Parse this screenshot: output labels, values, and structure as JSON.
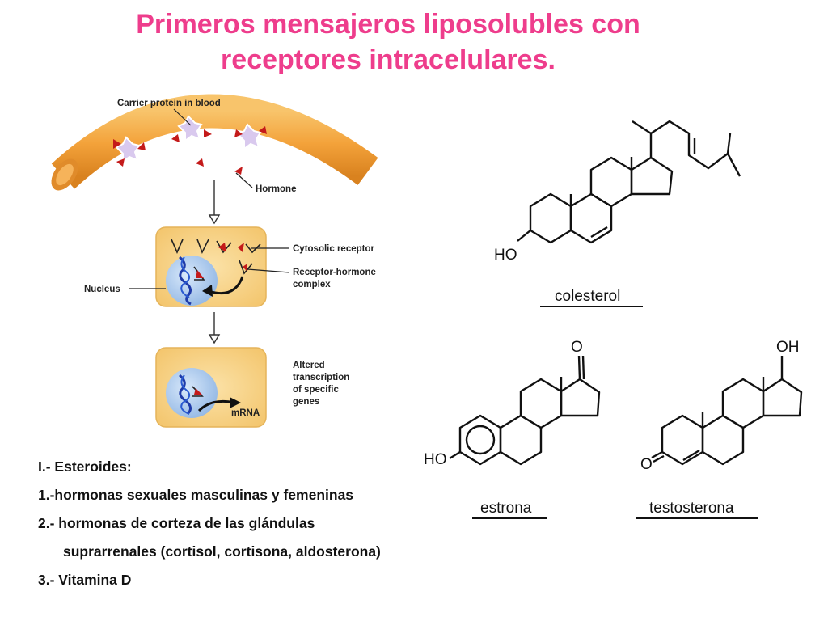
{
  "title": {
    "line1": "Primeros mensajeros liposolubles con",
    "line2": "receptores intracelulares."
  },
  "diagram": {
    "carrier_label": "Carrier protein in blood",
    "hormone_label": "Hormone",
    "cytosolic_label": "Cytosolic receptor",
    "complex_label_1": "Receptor-hormone",
    "complex_label_2": "complex",
    "nucleus_label": "Nucleus",
    "altered_1": "Altered",
    "altered_2": "transcription",
    "altered_3": "of specific",
    "altered_4": "genes",
    "mrna_label": "mRNA"
  },
  "molecules": {
    "colesterol": {
      "name": "colesterol",
      "ho": "HO"
    },
    "estrona": {
      "name": "estrona",
      "ho": "HO",
      "o": "O"
    },
    "testosterona": {
      "name": "testosterona",
      "oh": "OH",
      "o": "O"
    }
  },
  "list": {
    "i1": "I.- Esteroides:",
    "i2": "1.-hormonas sexuales masculinas y femeninas",
    "i3": "2.- hormonas de corteza de las glándulas",
    "i4": "suprarrenales (cortisol, cortisona, aldosterona)",
    "i5": "3.- Vitamina D"
  },
  "colors": {
    "title": "#ee3d8c",
    "vessel": "#f3a23a",
    "cell": "#f7cf7f",
    "nucleus": "#a9c8ec",
    "hormone": "#c41a1a"
  }
}
